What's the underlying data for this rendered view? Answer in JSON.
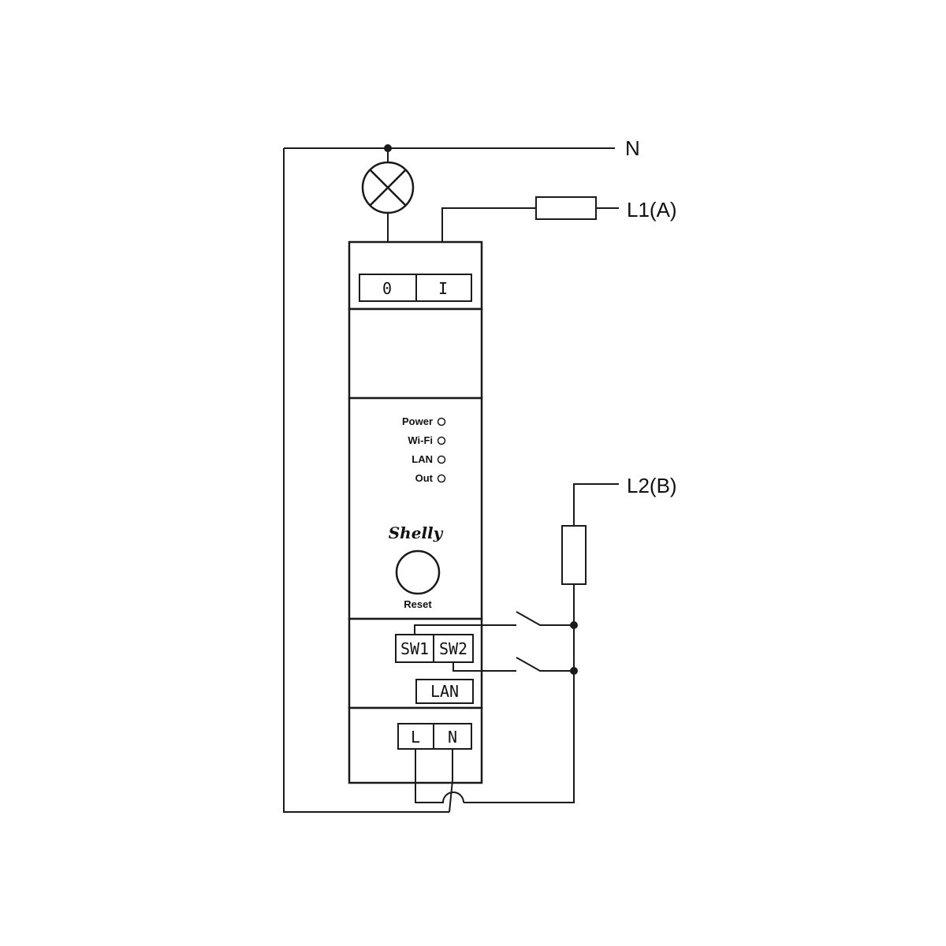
{
  "labels": {
    "neutral": "N",
    "line1": "L1(A)",
    "line2": "L2(B)"
  },
  "device": {
    "output_terminals": [
      "0",
      "I"
    ],
    "leds": [
      "Power",
      "Wi-Fi",
      "LAN",
      "Out"
    ],
    "brand": "Shelly",
    "reset_label": "Reset",
    "switch_terminals": [
      "SW1",
      "SW2"
    ],
    "lan_port": "LAN",
    "power_terminals": [
      "L",
      "N"
    ]
  }
}
